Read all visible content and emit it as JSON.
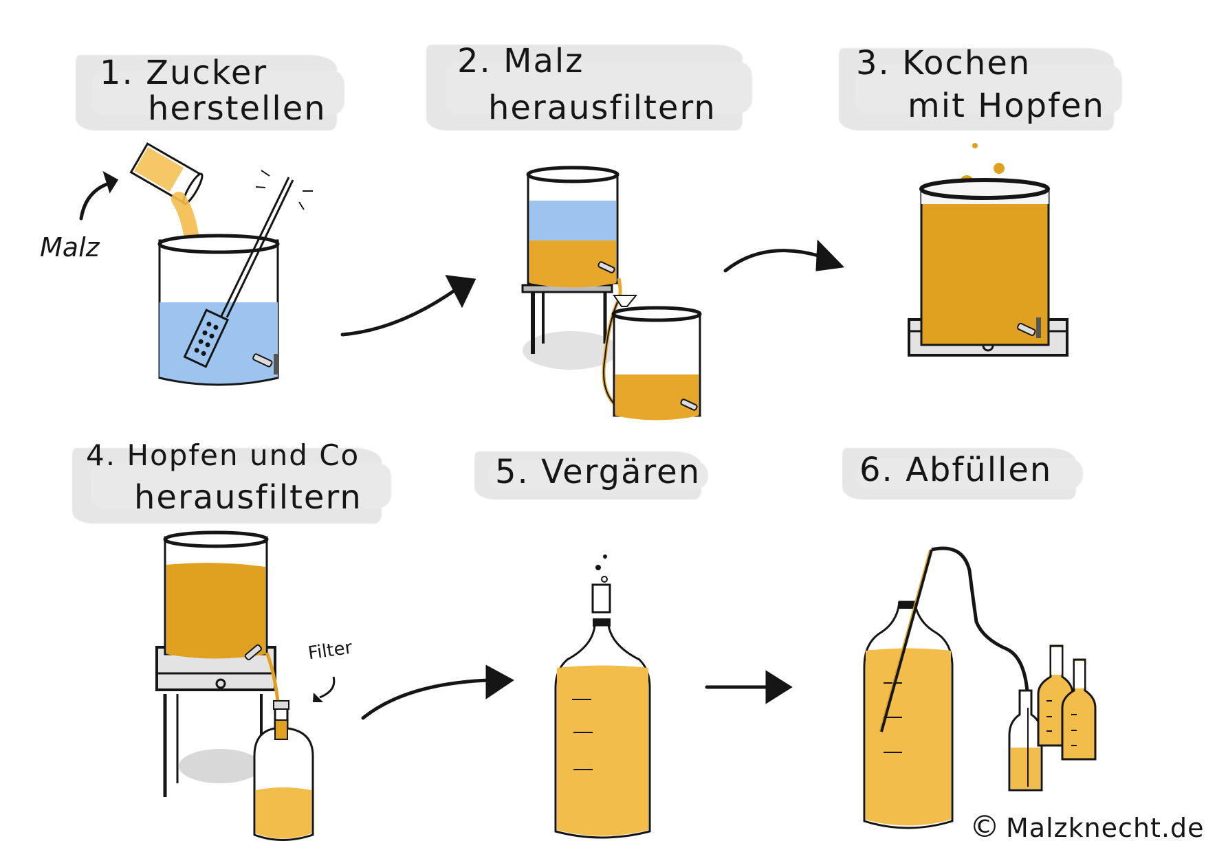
{
  "diagram": {
    "language": "de",
    "colors": {
      "background": "#ffffff",
      "brush": "#e6e6e6",
      "ink": "#151515",
      "water_blue": "#9cc4ee",
      "wort_amber": "#e7a72a",
      "beer_light": "#f3bd4c",
      "metal_gray": "#d9d9d9"
    },
    "steps": [
      {
        "number": "1.",
        "title_line1": "Zucker",
        "title_line2": "herstellen",
        "annotation": "Malz",
        "illustration": "Malt poured from a scoop into a kettle of water, stirred with a perforated mash paddle"
      },
      {
        "number": "2.",
        "title_line1": "Malz",
        "title_line2": "herausfiltern",
        "illustration": "Lauter tun on a stand drains through a tap and hose into a second kettle"
      },
      {
        "number": "3.",
        "title_line1": "Kochen",
        "title_line2": "mit Hopfen",
        "illustration": "Kettle full of wort on a hot plate, bubbles rising"
      },
      {
        "number": "4.",
        "title_line1": "Hopfen und Co",
        "title_line2": "herausfiltern",
        "annotation": "Filter",
        "illustration": "Kettle on hot plate drains through a tap and filter funnel into a carboy"
      },
      {
        "number": "5.",
        "title_line1": "Vergären",
        "title_line2": "",
        "illustration": "Carboy with airlock, bubbles rising"
      },
      {
        "number": "6.",
        "title_line1": "Abfüllen",
        "title_line2": "",
        "illustration": "Siphon from carboy into three bottles"
      }
    ],
    "arrows": [
      {
        "from": "1",
        "to": "2"
      },
      {
        "from": "2",
        "to": "3"
      },
      {
        "from": "4",
        "to": "5"
      },
      {
        "from": "5",
        "to": "6"
      }
    ],
    "copyright": {
      "symbol": "©",
      "text": "Malzknecht.de"
    }
  }
}
